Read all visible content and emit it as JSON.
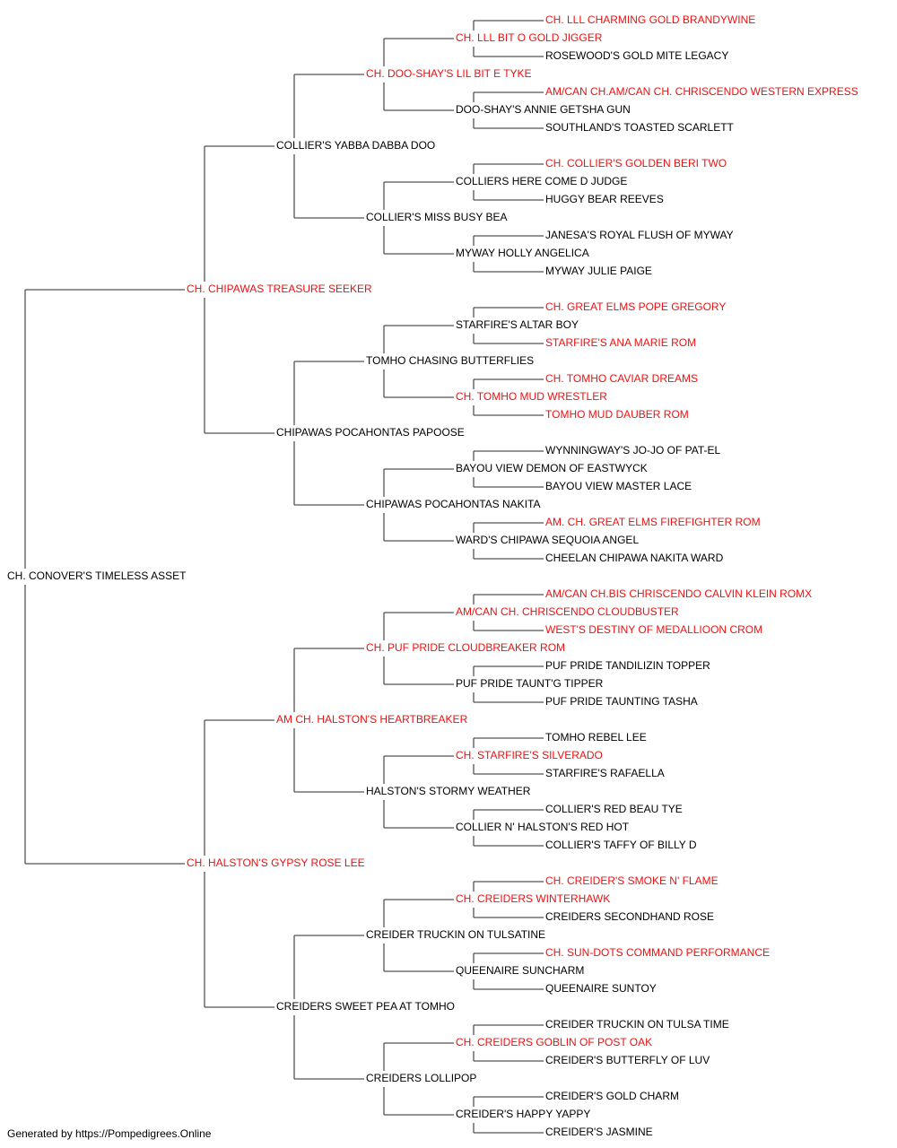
{
  "colors": {
    "champion": "#ee1111",
    "normal": "#000000",
    "connector": "#555555"
  },
  "pedigree": {
    "name": "CH. CONOVER'S TIMELESS ASSET",
    "champion": false,
    "sire": {
      "name": "CH. CHIPAWAS TREASURE SEEKER",
      "champion": true,
      "sire": {
        "name": "COLLIER'S YABBA DABBA DOO",
        "champion": false,
        "sire": {
          "name": "CH. DOO-SHAY'S LIL BIT E TYKE",
          "champion": true,
          "sire": {
            "name": "CH. LLL BIT O GOLD JIGGER",
            "champion": true,
            "sire": {
              "name": "CH. LLL CHARMING GOLD BRANDYWINE",
              "champion": true
            },
            "dam": {
              "name": "ROSEWOOD'S GOLD MITE LEGACY",
              "champion": false
            }
          },
          "dam": {
            "name": "DOO-SHAY'S ANNIE GETSHA GUN",
            "champion": false,
            "sire": {
              "name": "AM/CAN CH.AM/CAN CH. CHRISCENDO WESTERN EXPRESS",
              "champion": true
            },
            "dam": {
              "name": "SOUTHLAND'S TOASTED SCARLETT",
              "champion": false
            }
          }
        },
        "dam": {
          "name": "COLLIER'S MISS BUSY BEA",
          "champion": false,
          "sire": {
            "name": "COLLIERS HERE COME D JUDGE",
            "champion": false,
            "sire": {
              "name": "CH. COLLIER'S GOLDEN BERI TWO",
              "champion": true
            },
            "dam": {
              "name": "HUGGY BEAR REEVES",
              "champion": false
            }
          },
          "dam": {
            "name": "MYWAY HOLLY ANGELICA",
            "champion": false,
            "sire": {
              "name": "JANESA'S ROYAL FLUSH OF MYWAY",
              "champion": false
            },
            "dam": {
              "name": "MYWAY JULIE PAIGE",
              "champion": false
            }
          }
        }
      },
      "dam": {
        "name": "CHIPAWAS POCAHONTAS PAPOOSE",
        "champion": false,
        "sire": {
          "name": "TOMHO CHASING BUTTERFLIES",
          "champion": false,
          "sire": {
            "name": "STARFIRE'S ALTAR BOY",
            "champion": false,
            "sire": {
              "name": "CH. GREAT ELMS POPE GREGORY",
              "champion": true
            },
            "dam": {
              "name": "STARFIRE'S ANA MARIE ROM",
              "champion": true
            }
          },
          "dam": {
            "name": "CH. TOMHO MUD WRESTLER",
            "champion": true,
            "sire": {
              "name": "CH. TOMHO CAVIAR DREAMS",
              "champion": true
            },
            "dam": {
              "name": "TOMHO MUD DAUBER ROM",
              "champion": true
            }
          }
        },
        "dam": {
          "name": "CHIPAWAS POCAHONTAS NAKITA",
          "champion": false,
          "sire": {
            "name": "BAYOU VIEW DEMON OF EASTWYCK",
            "champion": false,
            "sire": {
              "name": "WYNNINGWAY'S JO-JO OF PAT-EL",
              "champion": false
            },
            "dam": {
              "name": "BAYOU VIEW MASTER LACE",
              "champion": false
            }
          },
          "dam": {
            "name": "WARD'S CHIPAWA SEQUOIA ANGEL",
            "champion": false,
            "sire": {
              "name": "AM. CH. GREAT ELMS FIREFIGHTER ROM",
              "champion": true
            },
            "dam": {
              "name": "CHEELAN CHIPAWA NAKITA WARD",
              "champion": false
            }
          }
        }
      }
    },
    "dam": {
      "name": "CH. HALSTON'S GYPSY ROSE LEE",
      "champion": true,
      "sire": {
        "name": "AM CH. HALSTON'S HEARTBREAKER",
        "champion": true,
        "sire": {
          "name": "CH. PUF PRIDE CLOUDBREAKER ROM",
          "champion": true,
          "sire": {
            "name": "AM/CAN CH. CHRISCENDO CLOUDBUSTER",
            "champion": true,
            "sire": {
              "name": "AM/CAN CH.BIS CHRISCENDO CALVIN KLEIN ROMX",
              "champion": true
            },
            "dam": {
              "name": "WEST'S DESTINY OF MEDALLIOON CROM",
              "champion": true
            }
          },
          "dam": {
            "name": "PUF PRIDE TAUNT'G TIPPER",
            "champion": false,
            "sire": {
              "name": "PUF PRIDE TANDILIZIN TOPPER",
              "champion": false
            },
            "dam": {
              "name": "PUF PRIDE TAUNTING TASHA",
              "champion": false
            }
          }
        },
        "dam": {
          "name": "HALSTON'S STORMY WEATHER",
          "champion": false,
          "sire": {
            "name": "CH. STARFIRE'S SILVERADO",
            "champion": true,
            "sire": {
              "name": "TOMHO REBEL LEE",
              "champion": false
            },
            "dam": {
              "name": "STARFIRE'S RAFAELLA",
              "champion": false
            }
          },
          "dam": {
            "name": "COLLIER N' HALSTON'S RED HOT",
            "champion": false,
            "sire": {
              "name": "COLLIER'S RED BEAU TYE",
              "champion": false
            },
            "dam": {
              "name": "COLLIER'S TAFFY OF BILLY D",
              "champion": false
            }
          }
        }
      },
      "dam": {
        "name": "CREIDERS SWEET PEA AT TOMHO",
        "champion": false,
        "sire": {
          "name": "CREIDER TRUCKIN ON TULSATINE",
          "champion": false,
          "sire": {
            "name": "CH. CREIDERS WINTERHAWK",
            "champion": true,
            "sire": {
              "name": "CH. CREIDER'S SMOKE N' FLAME",
              "champion": true
            },
            "dam": {
              "name": "CREIDERS SECONDHAND ROSE",
              "champion": false
            }
          },
          "dam": {
            "name": "QUEENAIRE SUNCHARM",
            "champion": false,
            "sire": {
              "name": "CH. SUN-DOTS COMMAND PERFORMANCE",
              "champion": true
            },
            "dam": {
              "name": "QUEENAIRE SUNTOY",
              "champion": false
            }
          }
        },
        "dam": {
          "name": "CREIDERS LOLLIPOP",
          "champion": false,
          "sire": {
            "name": "CH. CREIDERS GOBLIN OF POST OAK",
            "champion": true,
            "sire": {
              "name": "CREIDER TRUCKIN ON TULSA TIME",
              "champion": false
            },
            "dam": {
              "name": "CREIDER'S BUTTERFLY OF LUV",
              "champion": false
            }
          },
          "dam": {
            "name": "CREIDER'S HAPPY YAPPY",
            "champion": false,
            "sire": {
              "name": "CREIDER'S GOLD CHARM",
              "champion": false
            },
            "dam": {
              "name": "CREIDER'S JASMINE",
              "champion": false
            }
          }
        }
      }
    }
  },
  "footer": {
    "text": "Generated by https://Pompedigrees.Online"
  }
}
